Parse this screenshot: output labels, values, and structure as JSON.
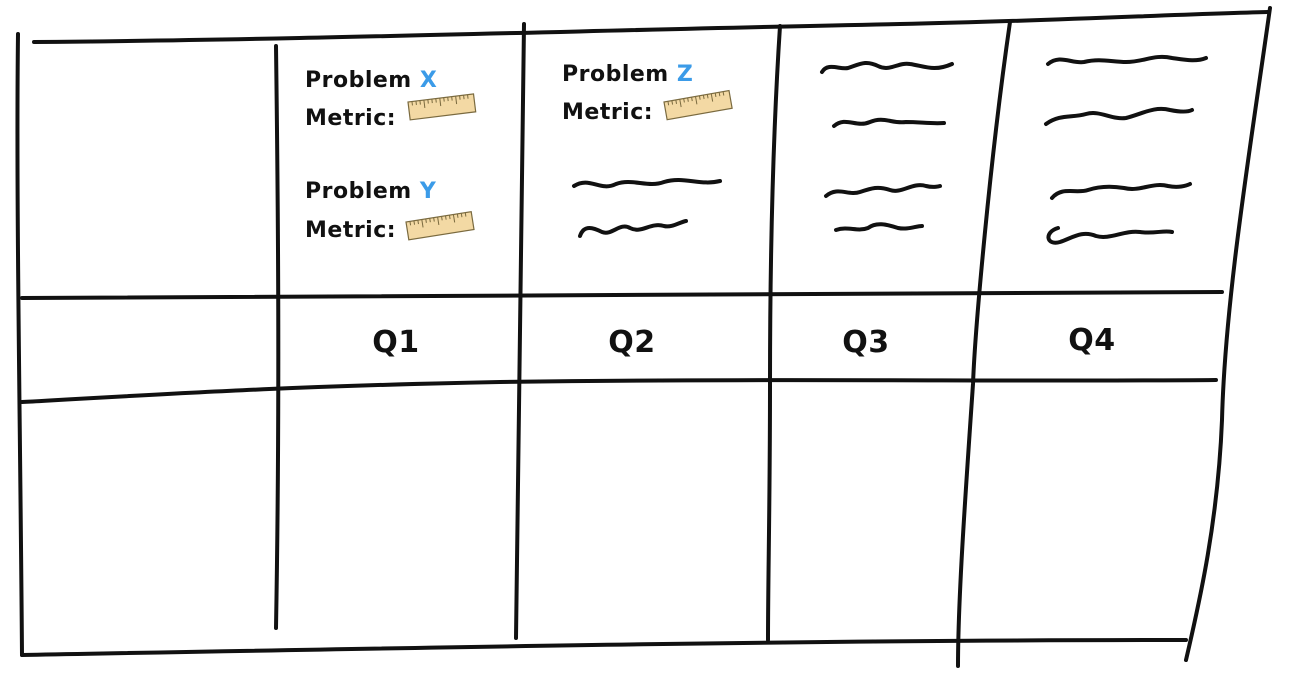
{
  "colors": {
    "ink": "#111111",
    "accent": "#3b9be8",
    "ruler_fill": "#f3d9a4",
    "ruler_edge": "#7a6a3f"
  },
  "quarters": [
    "Q1",
    "Q2",
    "Q3",
    "Q4"
  ],
  "q1": {
    "items": [
      {
        "prefix": "Problem ",
        "letter": "X",
        "metric_label": "Metric:"
      },
      {
        "prefix": "Problem ",
        "letter": "Y",
        "metric_label": "Metric:"
      }
    ]
  },
  "q2": {
    "items": [
      {
        "prefix": "Problem ",
        "letter": "Z",
        "metric_label": "Metric:"
      }
    ]
  },
  "icons": {
    "ruler": "ruler-icon",
    "scribble": "scribble-placeholder"
  }
}
